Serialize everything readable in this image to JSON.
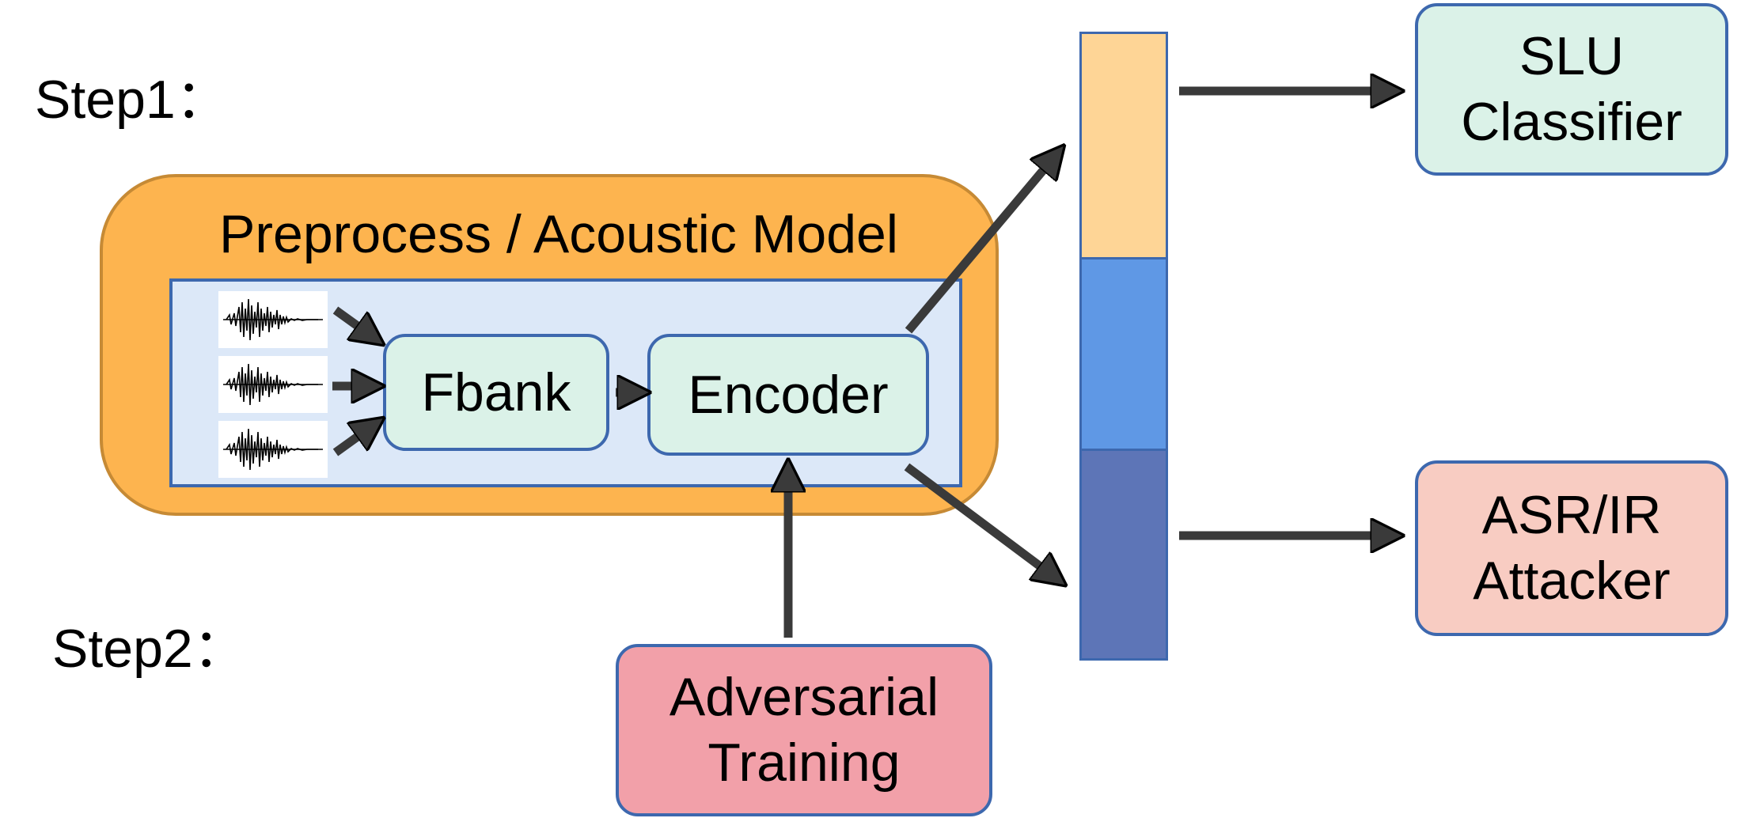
{
  "steps": {
    "step1": "Step1：",
    "step2": "Step2："
  },
  "preprocess": {
    "title": "Preprocess / Acoustic Model",
    "fbank": "Fbank",
    "encoder": "Encoder",
    "waveforms": [
      "waveform-1",
      "waveform-2",
      "waveform-3"
    ]
  },
  "adversarial": {
    "line1": "Adversarial",
    "line2": "Training"
  },
  "classifier": {
    "line1": "SLU",
    "line2": "Classifier"
  },
  "attacker": {
    "line1": "ASR/IR",
    "line2": "Attacker"
  },
  "colors": {
    "outer_fill": "#fdb44f",
    "inner_fill": "#dce8f8",
    "box_green": "#dbf2e8",
    "box_pink": "#f2a0a9",
    "box_salmon": "#f8ccc2",
    "segment_top": "#fed596",
    "segment_middle": "#5f98e5",
    "segment_bottom": "#5d75b7",
    "arrow": "#3a3a3a"
  }
}
